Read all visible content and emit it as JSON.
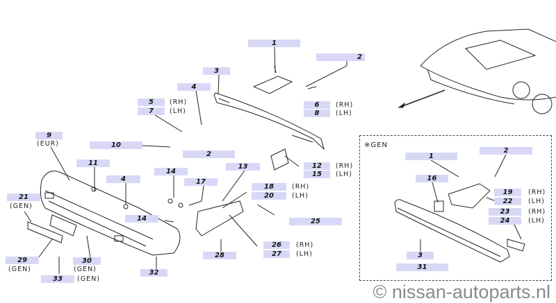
{
  "callouts": [
    "1",
    "2",
    "3",
    "4",
    "5",
    "7",
    "6",
    "8",
    "9",
    "10",
    "2",
    "11",
    "4",
    "14",
    "17",
    "13",
    "12",
    "15",
    "18",
    "20",
    "21",
    "14",
    "25",
    "26",
    "27",
    "28",
    "29",
    "30",
    "33",
    "32"
  ],
  "suffixes": {
    "rh": "(RH)",
    "lh": "(LH)",
    "eur": "(EUR)",
    "gen": "(GEN)"
  },
  "inset": {
    "title": "※GEN",
    "callouts": [
      "1",
      "2",
      "16",
      "19",
      "22",
      "23",
      "24",
      "3",
      "31"
    ]
  },
  "watermark": "© nissan-autoparts.nl",
  "colors": {
    "label_bg": "#d8d8f6",
    "line": "#222222",
    "watermark": "#8a8a8a"
  }
}
